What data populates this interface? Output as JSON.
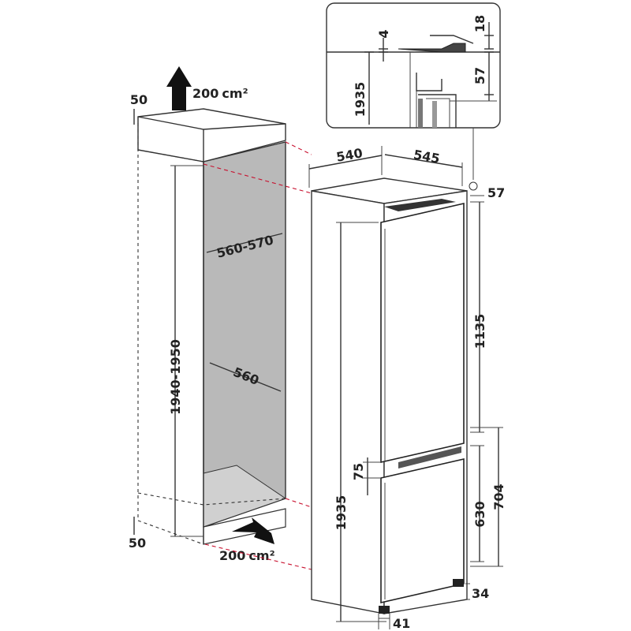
{
  "diagram": {
    "vent_top": {
      "area": "200",
      "unit": "cm²"
    },
    "vent_bottom": {
      "area": "200",
      "unit": "cm²"
    },
    "niche": {
      "top_clearance": "50",
      "bottom_clearance": "50",
      "height": "1940-1950",
      "width": "560-570",
      "depth": "560"
    },
    "appliance": {
      "width": "540",
      "depth": "545",
      "top_offset": "57",
      "height": "1935",
      "upper_door": "1135",
      "gap": "75",
      "lower_door": "630",
      "lower_total": "704",
      "plinth": "34",
      "foot": "41"
    },
    "detail": {
      "height": "1935",
      "gap_top": "4",
      "hinge_height": "18",
      "offset": "57"
    },
    "colors": {
      "niche_fill": "#b9b9b9",
      "red_dash": "#c8102e",
      "ink": "#222222"
    }
  }
}
